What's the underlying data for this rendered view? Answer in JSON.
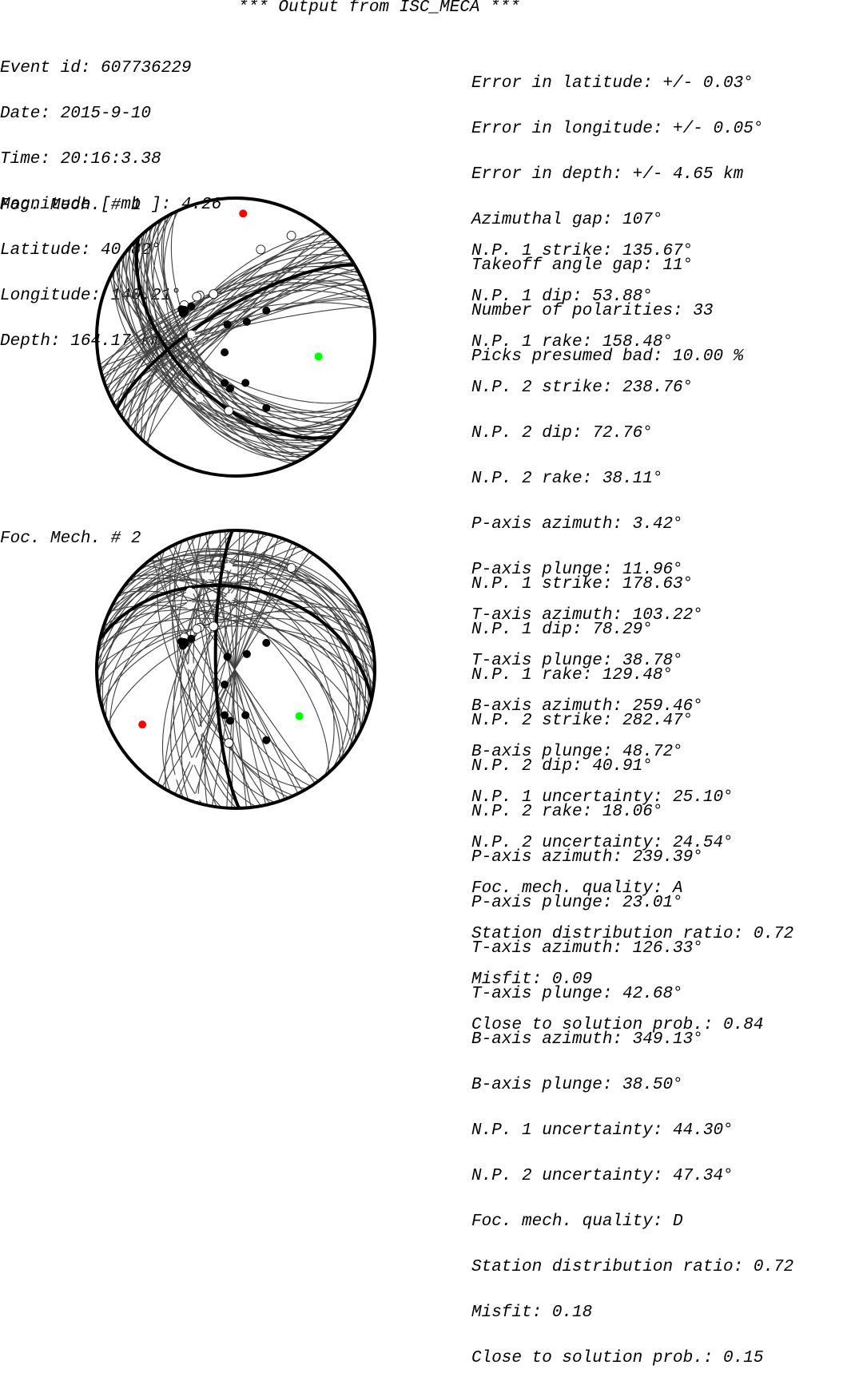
{
  "header": {
    "title": "*** Output from ISC_MECA ***"
  },
  "event": {
    "lines": [
      "Event id: 607736229",
      "Date: 2015-9-10",
      "Time: 20:16:3.38",
      "Magnitude [ mb ]: 4.26",
      "Latitude: 40.82°",
      "Longitude: 140.21°",
      "Depth: 164.17 km"
    ]
  },
  "errors": {
    "lines": [
      "Error in latitude: +/- 0.03°",
      "Error in longitude: +/- 0.05°",
      "Error in depth: +/- 4.65 km",
      "Azimuthal gap: 107°",
      "Takeoff angle gap: 11°",
      "Number of polarities: 33",
      "Picks presumed bad: 10.00 %"
    ]
  },
  "colors": {
    "beachball_fill": "#404040",
    "outline": "#000000",
    "p_axis": "#ff0000",
    "t_axis": "#00ff00",
    "compression": "#000000",
    "dilatation": "#ffffff"
  },
  "mechanisms": [
    {
      "heading": "Foc. Mech. # 1",
      "lines": [
        "N.P. 1 strike: 135.67°",
        "N.P. 1 dip: 53.88°",
        "N.P. 1 rake: 158.48°",
        "N.P. 2 strike: 238.76°",
        "N.P. 2 dip: 72.76°",
        "N.P. 2 rake: 38.11°",
        "P-axis azimuth: 3.42°",
        "P-axis plunge: 11.96°",
        "T-axis azimuth: 103.22°",
        "T-axis plunge: 38.78°",
        "B-axis azimuth: 259.46°",
        "B-axis plunge: 48.72°",
        "N.P. 1 uncertainty: 25.10°",
        "N.P. 2 uncertainty: 24.54°",
        "Foc. mech. quality: A",
        "Station distribution ratio: 0.72",
        "Misfit: 0.09",
        "Close to solution prob.: 0.84"
      ],
      "np1": {
        "strike": 135.67,
        "dip": 53.88
      },
      "np2": {
        "strike": 238.76,
        "dip": 72.76
      },
      "p_axis": {
        "azimuth": 3.42,
        "plunge": 11.96
      },
      "t_axis": {
        "azimuth": 103.22,
        "plunge": 38.78
      },
      "np1_uncertainty": 25.1,
      "np2_uncertainty": 24.54
    },
    {
      "heading": "Foc. Mech. # 2",
      "lines": [
        "N.P. 1 strike: 178.63°",
        "N.P. 1 dip: 78.29°",
        "N.P. 1 rake: 129.48°",
        "N.P. 2 strike: 282.47°",
        "N.P. 2 dip: 40.91°",
        "N.P. 2 rake: 18.06°",
        "P-axis azimuth: 239.39°",
        "P-axis plunge: 23.01°",
        "T-axis azimuth: 126.33°",
        "T-axis plunge: 42.68°",
        "B-axis azimuth: 349.13°",
        "B-axis plunge: 38.50°",
        "N.P. 1 uncertainty: 44.30°",
        "N.P. 2 uncertainty: 47.34°",
        "Foc. mech. quality: D",
        "Station distribution ratio: 0.72",
        "Misfit: 0.18",
        "Close to solution prob.: 0.15"
      ],
      "np1": {
        "strike": 178.63,
        "dip": 78.29
      },
      "np2": {
        "strike": 282.47,
        "dip": 40.91
      },
      "p_axis": {
        "azimuth": 239.39,
        "plunge": 23.01
      },
      "t_axis": {
        "azimuth": 126.33,
        "plunge": 42.68
      },
      "np1_uncertainty": 44.3,
      "np2_uncertainty": 47.34
    }
  ]
}
